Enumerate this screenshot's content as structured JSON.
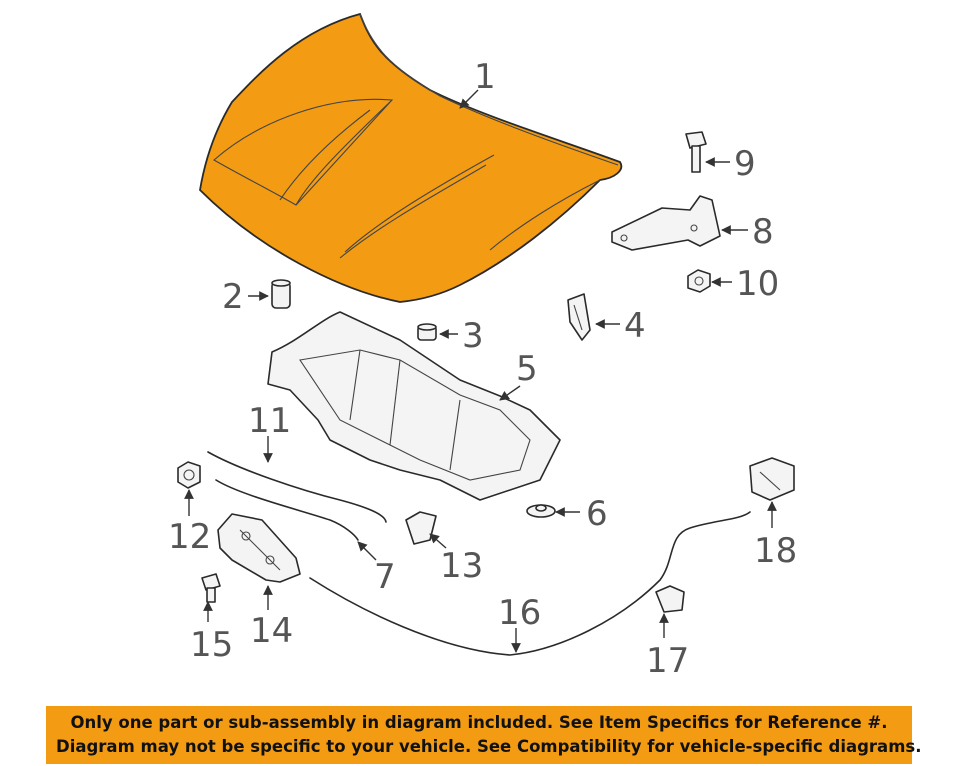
{
  "colors": {
    "highlight": "#f39c13",
    "banner": "#f39c13",
    "line": "#2a2a2a",
    "callout": "#555555"
  },
  "callouts": [
    "1",
    "2",
    "3",
    "4",
    "5",
    "6",
    "7",
    "8",
    "9",
    "10",
    "11",
    "12",
    "13",
    "14",
    "15",
    "16",
    "17",
    "18"
  ],
  "banner": {
    "line1": "Only one part or sub-assembly in diagram included. See Item Specifics for Reference #.",
    "line2": "Diagram may not be specific to your vehicle. See Compatibility for vehicle-specific diagrams."
  }
}
